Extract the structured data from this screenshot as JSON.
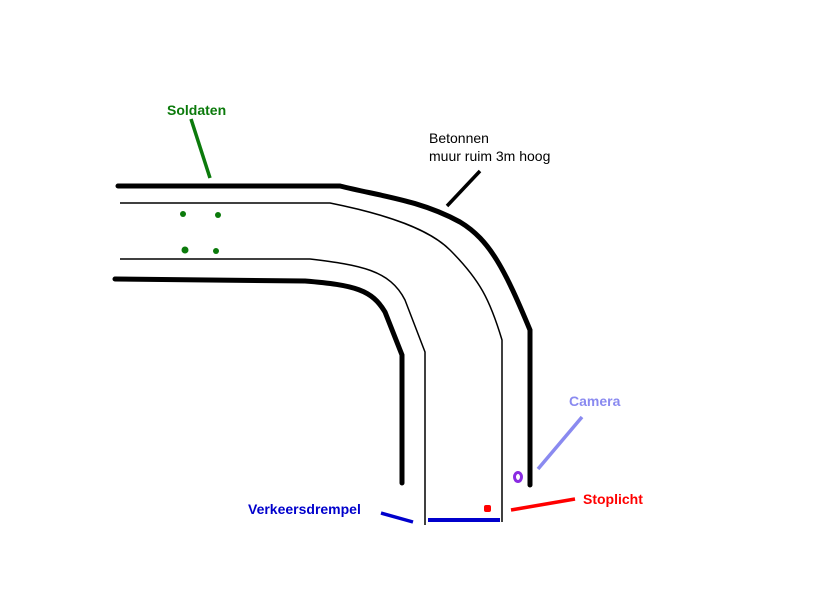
{
  "labels": {
    "soldaten": "Soldaten",
    "wall_line1": "Betonnen",
    "wall_line2": "muur ruim 3m hoog",
    "camera": "Camera",
    "stoplicht": "Stoplicht",
    "verkeersdrempel": "Verkeersdrempel"
  },
  "colors": {
    "wall": "#000000",
    "road": "#000000",
    "soldiers": "#0b7a0b",
    "camera_label": "#8a8af0",
    "camera_dot": "#8a2be2",
    "stoplight": "#ff0000",
    "speed_bump": "#0000cc"
  },
  "icons": {
    "soldier": "green-dot",
    "camera": "purple-dot",
    "stoplight": "red-dot"
  }
}
